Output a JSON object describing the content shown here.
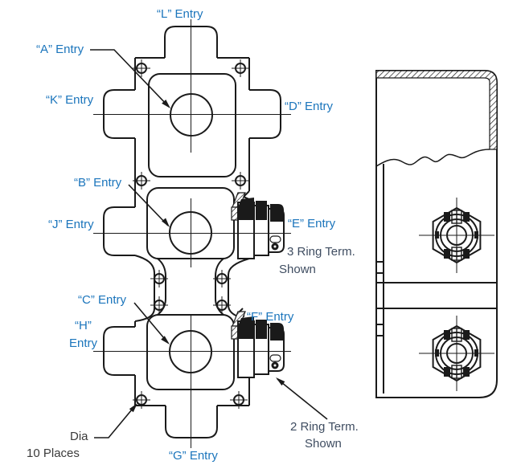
{
  "colors": {
    "entry_label": "#1b75bc",
    "note": "#3f4d61",
    "dia_note": "#3a3a3a",
    "line": "#1a1a1a",
    "background": "#ffffff"
  },
  "labels": {
    "l": "“L” Entry",
    "a": "“A” Entry",
    "k": "“K” Entry",
    "d": "“D” Entry",
    "b": "“B” Entry",
    "j": "“J” Entry",
    "e": "“E” Entry",
    "c": "“C” Entry",
    "f": "“F” Entry",
    "h1": "“H”",
    "h2": "Entry",
    "g": "“G” Entry"
  },
  "notes": {
    "ring3_1": "3 Ring Term.",
    "ring3_2": "Shown",
    "ring2_1": "2 Ring Term.",
    "ring2_2": "Shown",
    "dia_1": "Dia",
    "dia_2": "10 Places"
  }
}
